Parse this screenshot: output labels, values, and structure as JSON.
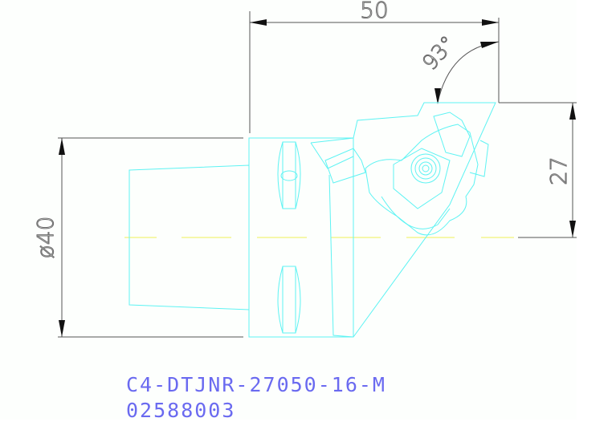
{
  "drawing": {
    "type": "technical-drawing",
    "subject": "boring bar tool holder with clamped insert",
    "background": "#fdfffd",
    "colors": {
      "geometry": "#5ef3f3",
      "dimensions": "#555555",
      "centerline": "#f3f37a",
      "label": "#6a6af0"
    }
  },
  "dimensions": {
    "overall_length": "50",
    "approach_angle": "93°",
    "height_offset": "27",
    "diameter": "ø40"
  },
  "title_block": {
    "part_number": "C4-DTJNR-27050-16-M",
    "order_code": "02588003"
  }
}
